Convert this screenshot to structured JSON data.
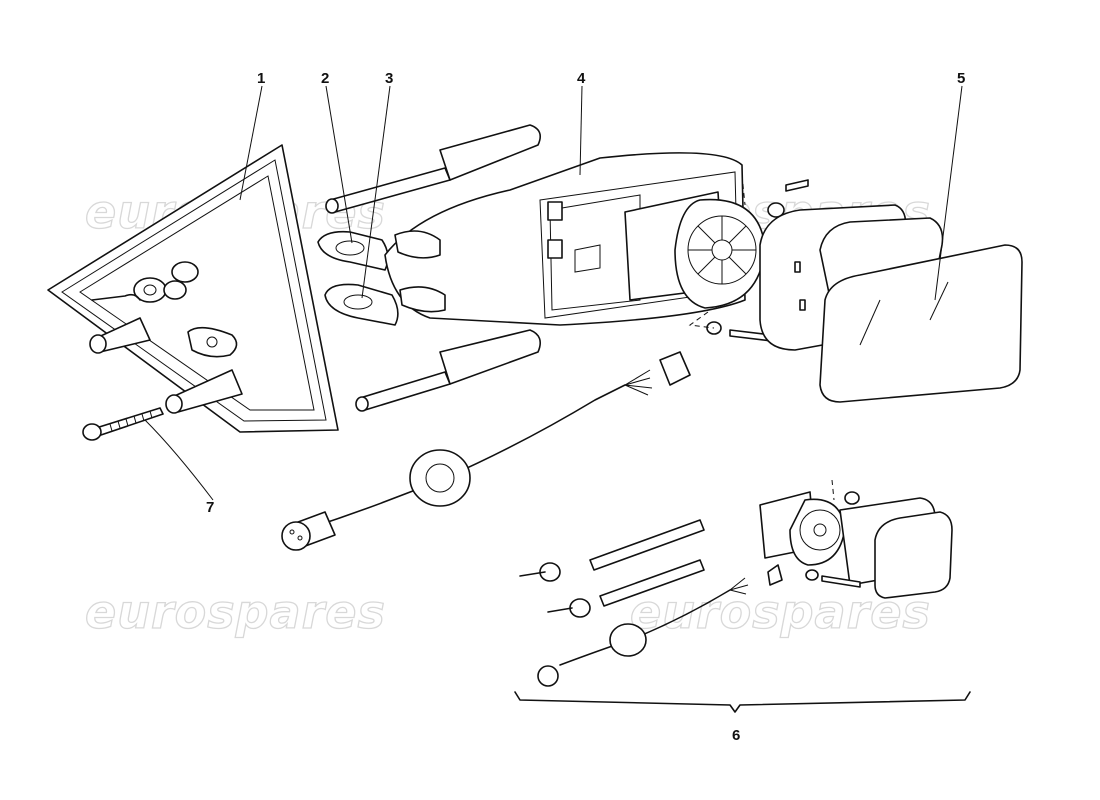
{
  "watermark": "eurospares",
  "parts": [
    {
      "number": "1"
    },
    {
      "number": "2"
    },
    {
      "number": "3"
    },
    {
      "number": "4"
    },
    {
      "number": "5"
    },
    {
      "number": "6"
    },
    {
      "number": "7"
    }
  ]
}
